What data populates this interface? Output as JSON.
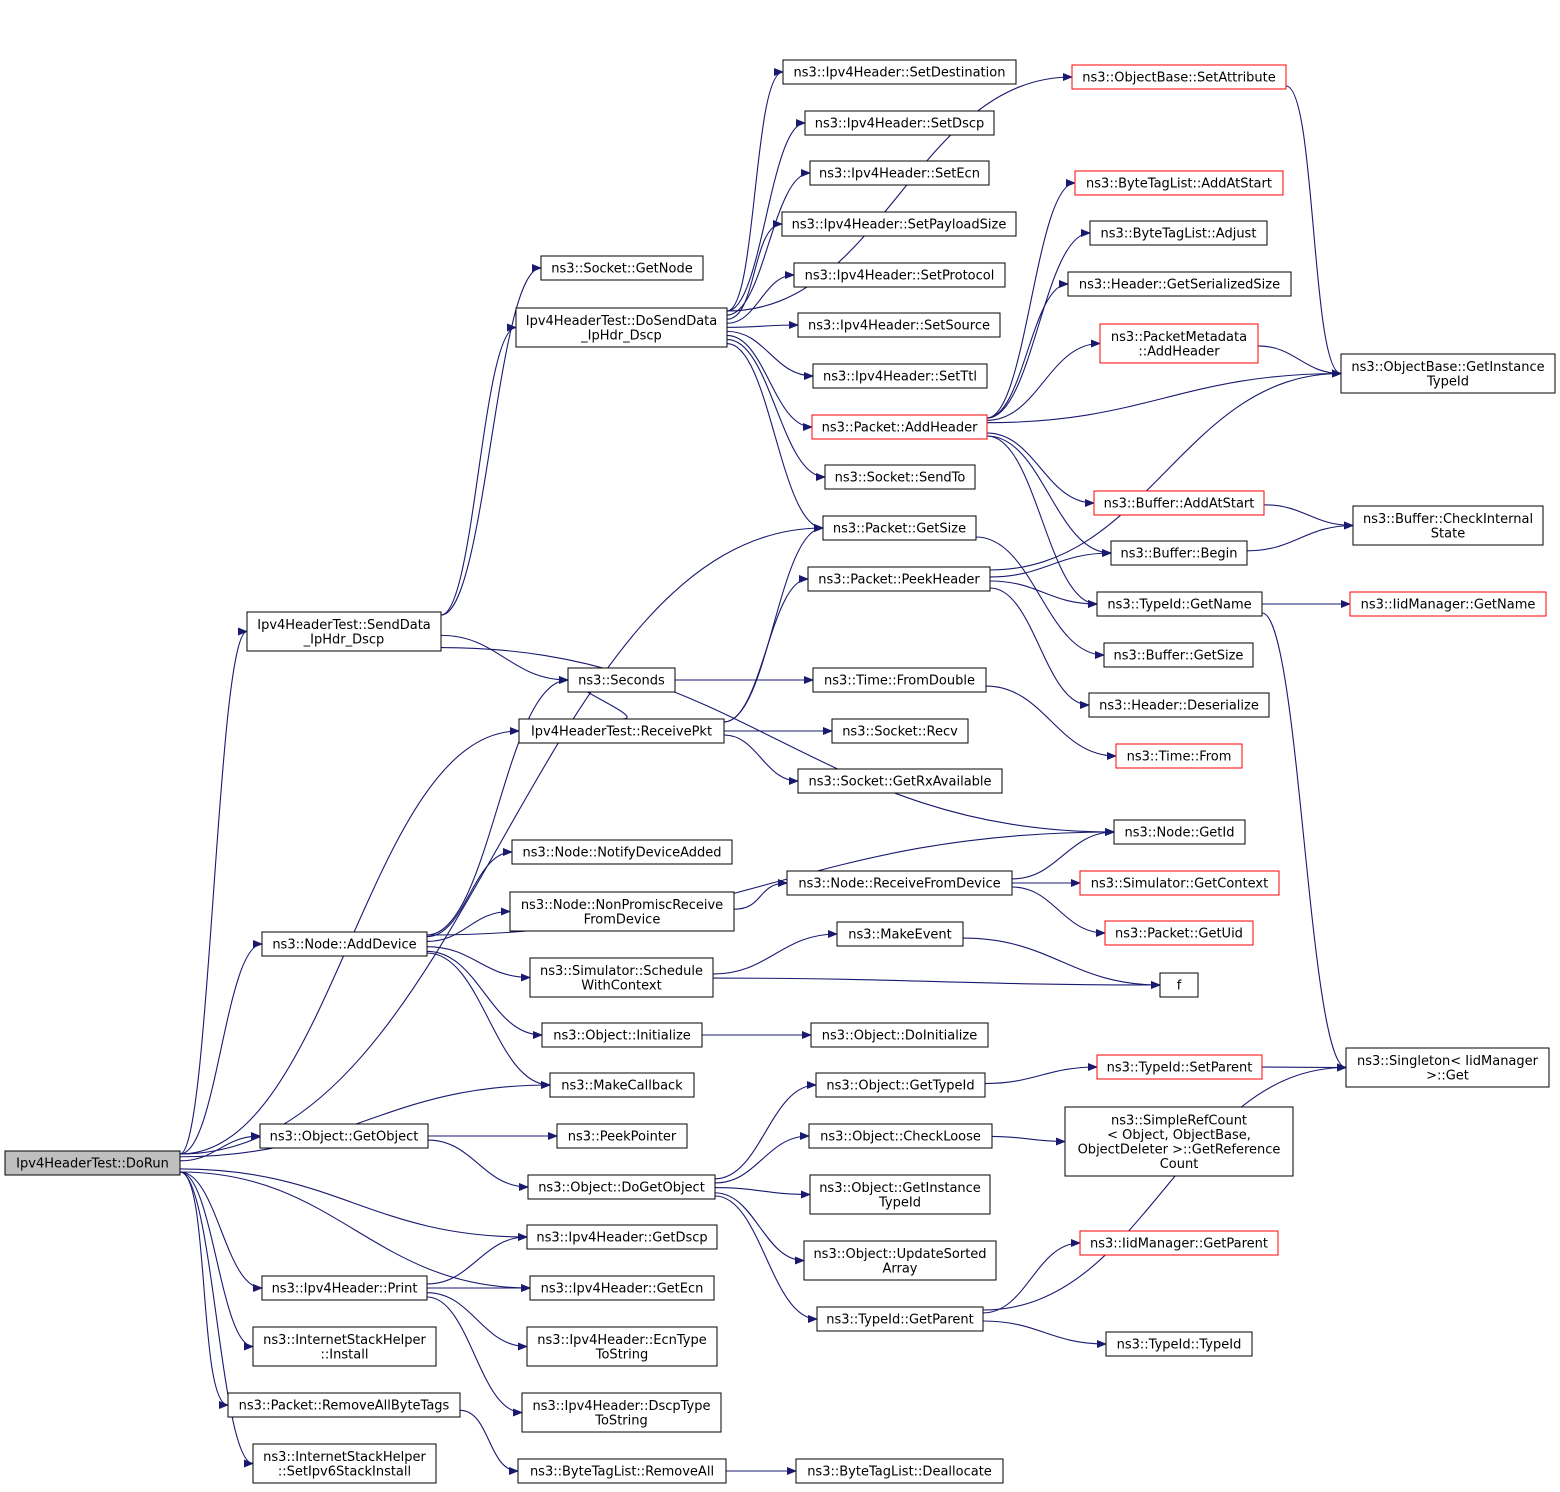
{
  "colors": {
    "edge": "#191970",
    "border": "#000000",
    "external_border": "#ff0000",
    "root_fill": "#bfbfbf"
  },
  "nodes": [
    {
      "id": "n_dorun",
      "lines": [
        "Ipv4HeaderTest::DoRun"
      ],
      "style": "root"
    },
    {
      "id": "n_senddata",
      "lines": [
        "Ipv4HeaderTest::SendData",
        "_IpHdr_Dscp"
      ]
    },
    {
      "id": "n_dosenddata",
      "lines": [
        "Ipv4HeaderTest::DoSendData",
        "_IpHdr_Dscp"
      ]
    },
    {
      "id": "n_socket_getnode",
      "lines": [
        "ns3::Socket::GetNode"
      ]
    },
    {
      "id": "n_setdest",
      "lines": [
        "ns3::Ipv4Header::SetDestination"
      ]
    },
    {
      "id": "n_setdscp",
      "lines": [
        "ns3::Ipv4Header::SetDscp"
      ]
    },
    {
      "id": "n_setecn",
      "lines": [
        "ns3::Ipv4Header::SetEcn"
      ]
    },
    {
      "id": "n_setpayload",
      "lines": [
        "ns3::Ipv4Header::SetPayloadSize"
      ]
    },
    {
      "id": "n_setprotocol",
      "lines": [
        "ns3::Ipv4Header::SetProtocol"
      ]
    },
    {
      "id": "n_setsource",
      "lines": [
        "ns3::Ipv4Header::SetSource"
      ]
    },
    {
      "id": "n_setttl",
      "lines": [
        "ns3::Ipv4Header::SetTtl"
      ]
    },
    {
      "id": "n_addheader",
      "lines": [
        "ns3::Packet::AddHeader"
      ],
      "style": "red"
    },
    {
      "id": "n_sendto",
      "lines": [
        "ns3::Socket::SendTo"
      ]
    },
    {
      "id": "n_getsize",
      "lines": [
        "ns3::Packet::GetSize"
      ]
    },
    {
      "id": "n_peekheader",
      "lines": [
        "ns3::Packet::PeekHeader"
      ]
    },
    {
      "id": "n_seconds",
      "lines": [
        "ns3::Seconds"
      ]
    },
    {
      "id": "n_receivepkt",
      "lines": [
        "Ipv4HeaderTest::ReceivePkt"
      ]
    },
    {
      "id": "n_fromdouble",
      "lines": [
        "ns3::Time::FromDouble"
      ]
    },
    {
      "id": "n_recv",
      "lines": [
        "ns3::Socket::Recv"
      ]
    },
    {
      "id": "n_getrxavail",
      "lines": [
        "ns3::Socket::GetRxAvailable"
      ]
    },
    {
      "id": "n_setattribute",
      "lines": [
        "ns3::ObjectBase::SetAttribute"
      ],
      "style": "red"
    },
    {
      "id": "n_bt_addatstart",
      "lines": [
        "ns3::ByteTagList::AddAtStart"
      ],
      "style": "red"
    },
    {
      "id": "n_bt_adjust",
      "lines": [
        "ns3::ByteTagList::Adjust"
      ]
    },
    {
      "id": "n_hdr_serialsize",
      "lines": [
        "ns3::Header::GetSerializedSize"
      ]
    },
    {
      "id": "n_pm_addheader",
      "lines": [
        "ns3::PacketMetadata",
        "::AddHeader"
      ],
      "style": "red"
    },
    {
      "id": "n_getinstance",
      "lines": [
        "ns3::ObjectBase::GetInstance",
        "TypeId"
      ]
    },
    {
      "id": "n_buf_addatstart",
      "lines": [
        "ns3::Buffer::AddAtStart"
      ],
      "style": "red"
    },
    {
      "id": "n_buf_check",
      "lines": [
        "ns3::Buffer::CheckInternal",
        "State"
      ]
    },
    {
      "id": "n_buf_begin",
      "lines": [
        "ns3::Buffer::Begin"
      ]
    },
    {
      "id": "n_typeid_getname",
      "lines": [
        "ns3::TypeId::GetName"
      ]
    },
    {
      "id": "n_iid_getname",
      "lines": [
        "ns3::IidManager::GetName"
      ],
      "style": "red"
    },
    {
      "id": "n_buf_getsize",
      "lines": [
        "ns3::Buffer::GetSize"
      ]
    },
    {
      "id": "n_hdr_deser",
      "lines": [
        "ns3::Header::Deserialize"
      ]
    },
    {
      "id": "n_time_from",
      "lines": [
        "ns3::Time::From"
      ],
      "style": "red"
    },
    {
      "id": "n_node_getid",
      "lines": [
        "ns3::Node::GetId"
      ]
    },
    {
      "id": "n_notifydev",
      "lines": [
        "ns3::Node::NotifyDeviceAdded"
      ]
    },
    {
      "id": "n_nonpromisc",
      "lines": [
        "ns3::Node::NonPromiscReceive",
        "FromDevice"
      ]
    },
    {
      "id": "n_recvfromdev",
      "lines": [
        "ns3::Node::ReceiveFromDevice"
      ]
    },
    {
      "id": "n_sim_getctx",
      "lines": [
        "ns3::Simulator::GetContext"
      ],
      "style": "red"
    },
    {
      "id": "n_pkt_getuid",
      "lines": [
        "ns3::Packet::GetUid"
      ],
      "style": "red"
    },
    {
      "id": "n_adddevice",
      "lines": [
        "ns3::Node::AddDevice"
      ]
    },
    {
      "id": "n_makeevent",
      "lines": [
        "ns3::MakeEvent"
      ]
    },
    {
      "id": "n_sched_ctx",
      "lines": [
        "ns3::Simulator::Schedule",
        "WithContext"
      ]
    },
    {
      "id": "n_f",
      "lines": [
        "f"
      ]
    },
    {
      "id": "n_obj_init",
      "lines": [
        "ns3::Object::Initialize"
      ]
    },
    {
      "id": "n_obj_doinit",
      "lines": [
        "ns3::Object::DoInitialize"
      ]
    },
    {
      "id": "n_makecallback",
      "lines": [
        "ns3::MakeCallback"
      ]
    },
    {
      "id": "n_obj_gettypeid",
      "lines": [
        "ns3::Object::GetTypeId"
      ]
    },
    {
      "id": "n_tid_setparent",
      "lines": [
        "ns3::TypeId::SetParent"
      ],
      "style": "red"
    },
    {
      "id": "n_singleton_get",
      "lines": [
        "ns3::Singleton< IidManager",
        ">::Get"
      ]
    },
    {
      "id": "n_getobject",
      "lines": [
        "ns3::Object::GetObject"
      ]
    },
    {
      "id": "n_peekpointer",
      "lines": [
        "ns3::PeekPointer"
      ]
    },
    {
      "id": "n_checkloose",
      "lines": [
        "ns3::Object::CheckLoose"
      ]
    },
    {
      "id": "n_simplerefcount",
      "lines": [
        "ns3::SimpleRefCount",
        "< Object, ObjectBase,",
        "ObjectDeleter >::GetReference",
        "Count"
      ]
    },
    {
      "id": "n_dogetobject",
      "lines": [
        "ns3::Object::DoGetObject"
      ]
    },
    {
      "id": "n_obj_getinst",
      "lines": [
        "ns3::Object::GetInstance",
        "TypeId"
      ]
    },
    {
      "id": "n_getdscp",
      "lines": [
        "ns3::Ipv4Header::GetDscp"
      ]
    },
    {
      "id": "n_updatesorted",
      "lines": [
        "ns3::Object::UpdateSorted",
        "Array"
      ]
    },
    {
      "id": "n_iid_getparent",
      "lines": [
        "ns3::IidManager::GetParent"
      ],
      "style": "red"
    },
    {
      "id": "n_hdr_print",
      "lines": [
        "ns3::Ipv4Header::Print"
      ]
    },
    {
      "id": "n_getecn",
      "lines": [
        "ns3::Ipv4Header::GetEcn"
      ]
    },
    {
      "id": "n_tid_getparent",
      "lines": [
        "ns3::TypeId::GetParent"
      ]
    },
    {
      "id": "n_ish_install",
      "lines": [
        "ns3::InternetStackHelper",
        "::Install"
      ]
    },
    {
      "id": "n_ecntostr",
      "lines": [
        "ns3::Ipv4Header::EcnType",
        "ToString"
      ]
    },
    {
      "id": "n_tid_typeid",
      "lines": [
        "ns3::TypeId::TypeId"
      ]
    },
    {
      "id": "n_removeallbt",
      "lines": [
        "ns3::Packet::RemoveAllByteTags"
      ]
    },
    {
      "id": "n_dscptostr",
      "lines": [
        "ns3::Ipv4Header::DscpType",
        "ToString"
      ]
    },
    {
      "id": "n_ish_setipv6",
      "lines": [
        "ns3::InternetStackHelper",
        "::SetIpv6StackInstall"
      ]
    },
    {
      "id": "n_bt_removeall",
      "lines": [
        "ns3::ByteTagList::RemoveAll"
      ]
    },
    {
      "id": "n_bt_dealloc",
      "lines": [
        "ns3::ByteTagList::Deallocate"
      ]
    }
  ],
  "edges": [
    [
      "n_dorun",
      "n_getsize"
    ],
    [
      "n_dorun",
      "n_senddata"
    ],
    [
      "n_dorun",
      "n_receivepkt"
    ],
    [
      "n_dorun",
      "n_adddevice"
    ],
    [
      "n_dorun",
      "n_makecallback"
    ],
    [
      "n_dorun",
      "n_getobject"
    ],
    [
      "n_dorun",
      "n_getdscp"
    ],
    [
      "n_dorun",
      "n_getecn"
    ],
    [
      "n_dorun",
      "n_hdr_print"
    ],
    [
      "n_dorun",
      "n_ish_install"
    ],
    [
      "n_dorun",
      "n_removeallbt"
    ],
    [
      "n_dorun",
      "n_ish_setipv6"
    ],
    [
      "n_senddata",
      "n_socket_getnode"
    ],
    [
      "n_senddata",
      "n_dosenddata"
    ],
    [
      "n_senddata",
      "n_seconds"
    ],
    [
      "n_senddata",
      "n_node_getid"
    ],
    [
      "n_dosenddata",
      "n_setattribute"
    ],
    [
      "n_dosenddata",
      "n_setdest"
    ],
    [
      "n_dosenddata",
      "n_setdscp"
    ],
    [
      "n_dosenddata",
      "n_setecn"
    ],
    [
      "n_dosenddata",
      "n_setpayload"
    ],
    [
      "n_dosenddata",
      "n_setprotocol"
    ],
    [
      "n_dosenddata",
      "n_setsource"
    ],
    [
      "n_dosenddata",
      "n_setttl"
    ],
    [
      "n_dosenddata",
      "n_addheader"
    ],
    [
      "n_dosenddata",
      "n_sendto"
    ],
    [
      "n_dosenddata",
      "n_getsize"
    ],
    [
      "n_addheader",
      "n_bt_addatstart"
    ],
    [
      "n_addheader",
      "n_bt_adjust"
    ],
    [
      "n_addheader",
      "n_hdr_serialsize"
    ],
    [
      "n_addheader",
      "n_pm_addheader"
    ],
    [
      "n_addheader",
      "n_getinstance"
    ],
    [
      "n_addheader",
      "n_buf_addatstart"
    ],
    [
      "n_addheader",
      "n_buf_begin"
    ],
    [
      "n_addheader",
      "n_typeid_getname"
    ],
    [
      "n_setattribute",
      "n_getinstance"
    ],
    [
      "n_pm_addheader",
      "n_getinstance"
    ],
    [
      "n_buf_addatstart",
      "n_buf_check"
    ],
    [
      "n_buf_begin",
      "n_buf_check"
    ],
    [
      "n_getsize",
      "n_buf_getsize"
    ],
    [
      "n_peekheader",
      "n_getinstance"
    ],
    [
      "n_peekheader",
      "n_buf_begin"
    ],
    [
      "n_peekheader",
      "n_typeid_getname"
    ],
    [
      "n_peekheader",
      "n_hdr_deser"
    ],
    [
      "n_typeid_getname",
      "n_iid_getname"
    ],
    [
      "n_typeid_getname",
      "n_singleton_get"
    ],
    [
      "n_receivepkt",
      "n_getsize"
    ],
    [
      "n_receivepkt",
      "n_peekheader"
    ],
    [
      "n_receivepkt",
      "n_seconds"
    ],
    [
      "n_receivepkt",
      "n_recv"
    ],
    [
      "n_receivepkt",
      "n_getrxavail"
    ],
    [
      "n_seconds",
      "n_fromdouble"
    ],
    [
      "n_fromdouble",
      "n_time_from"
    ],
    [
      "n_adddevice",
      "n_node_getid"
    ],
    [
      "n_adddevice",
      "n_notifydev"
    ],
    [
      "n_adddevice",
      "n_nonpromisc"
    ],
    [
      "n_adddevice",
      "n_sched_ctx"
    ],
    [
      "n_adddevice",
      "n_obj_init"
    ],
    [
      "n_adddevice",
      "n_makecallback"
    ],
    [
      "n_adddevice",
      "n_seconds"
    ],
    [
      "n_nonpromisc",
      "n_recvfromdev"
    ],
    [
      "n_recvfromdev",
      "n_node_getid"
    ],
    [
      "n_recvfromdev",
      "n_sim_getctx"
    ],
    [
      "n_recvfromdev",
      "n_pkt_getuid"
    ],
    [
      "n_sched_ctx",
      "n_makeevent"
    ],
    [
      "n_sched_ctx",
      "n_f"
    ],
    [
      "n_makeevent",
      "n_f"
    ],
    [
      "n_obj_init",
      "n_obj_doinit"
    ],
    [
      "n_getobject",
      "n_peekpointer"
    ],
    [
      "n_getobject",
      "n_dogetobject"
    ],
    [
      "n_dogetobject",
      "n_obj_gettypeid"
    ],
    [
      "n_dogetobject",
      "n_checkloose"
    ],
    [
      "n_dogetobject",
      "n_obj_getinst"
    ],
    [
      "n_dogetobject",
      "n_updatesorted"
    ],
    [
      "n_dogetobject",
      "n_tid_getparent"
    ],
    [
      "n_obj_gettypeid",
      "n_tid_setparent"
    ],
    [
      "n_tid_setparent",
      "n_singleton_get"
    ],
    [
      "n_checkloose",
      "n_simplerefcount"
    ],
    [
      "n_tid_getparent",
      "n_iid_getparent"
    ],
    [
      "n_tid_getparent",
      "n_singleton_get"
    ],
    [
      "n_tid_getparent",
      "n_tid_typeid"
    ],
    [
      "n_hdr_print",
      "n_getdscp"
    ],
    [
      "n_hdr_print",
      "n_getecn"
    ],
    [
      "n_hdr_print",
      "n_ecntostr"
    ],
    [
      "n_hdr_print",
      "n_dscptostr"
    ],
    [
      "n_removeallbt",
      "n_bt_removeall"
    ],
    [
      "n_bt_removeall",
      "n_bt_dealloc"
    ]
  ]
}
